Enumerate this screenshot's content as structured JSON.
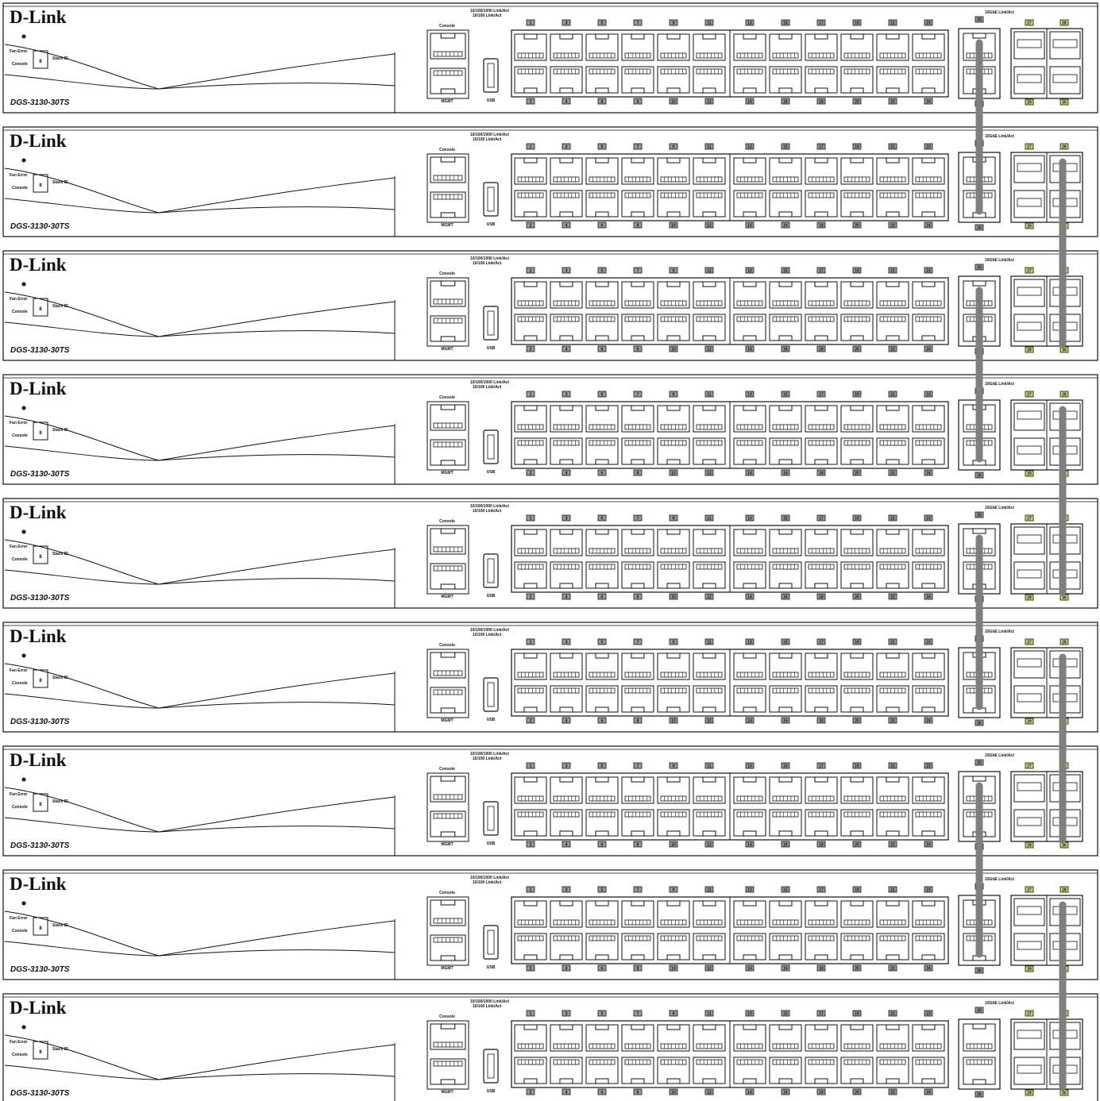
{
  "switches": [
    {
      "brand": "D-Link",
      "model": "DGS-3130-30TS"
    },
    {
      "brand": "D-Link",
      "model": "DGS-3130-30TS"
    },
    {
      "brand": "D-Link",
      "model": "DGS-3130-30TS"
    },
    {
      "brand": "D-Link",
      "model": "DGS-3130-30TS"
    },
    {
      "brand": "D-Link",
      "model": "DGS-3130-30TS"
    },
    {
      "brand": "D-Link",
      "model": "DGS-3130-30TS"
    },
    {
      "brand": "D-Link",
      "model": "DGS-3130-30TS"
    },
    {
      "brand": "D-Link",
      "model": "DGS-3130-30TS"
    },
    {
      "brand": "D-Link",
      "model": "DGS-3130-30TS"
    }
  ],
  "panel_labels": {
    "console": "Console",
    "mgmt": "MGMT",
    "usb": "USB",
    "stack_id": "Stack ID",
    "fan_error": "Fan Error",
    "console_led": "Console",
    "led_legend_1": "10/100/1000 Link/Act",
    "led_legend_2": "10/100 Link/Act",
    "sfp_legend": "10GbE Link/Act"
  },
  "port_numbers": {
    "top": [
      "1",
      "3",
      "5",
      "7",
      "9",
      "11",
      "13",
      "15",
      "17",
      "19",
      "21",
      "23"
    ],
    "bottom": [
      "2",
      "4",
      "6",
      "8",
      "10",
      "12",
      "14",
      "16",
      "18",
      "20",
      "22",
      "24"
    ],
    "combo_top": "25",
    "combo_bottom": "26",
    "sfp_top": [
      "27",
      "28"
    ],
    "sfp_bottom": [
      "29",
      "30"
    ]
  },
  "stacking_cables": {
    "left_chain": "port 25/26 daisy chain, switches 1-8",
    "right_chain": "port 28/30 daisy chain, switches 2-9"
  },
  "colors": {
    "line": "#111111",
    "cable": "#7f7f7f",
    "sfp_label": "#c8d86a"
  }
}
